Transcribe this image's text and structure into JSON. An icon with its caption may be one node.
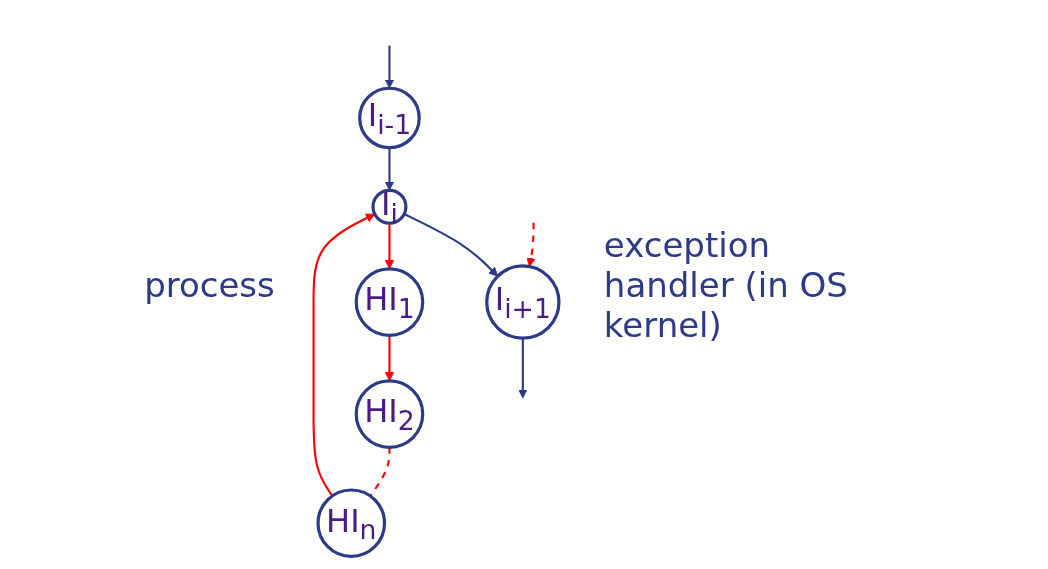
{
  "diagram": {
    "nodes": [
      {
        "text": [
          "I$_{i-1}$"
        ]
      },
      {
        "text": [
          "I$_{i}$"
        ]
      },
      {
        "text": [
          "I$_{i+1}$"
        ]
      },
      {
        "text": [
          "HI$_{1}$"
        ]
      },
      {
        "text": [
          "HI$_{2}$"
        ]
      },
      {
        "text": [
          "HI$_{n}$"
        ]
      }
    ],
    "edges": [
      {
        "from": null,
        "to": 0,
        "arrow": "to",
        "color": "#2e3a87"
      },
      {
        "from": 0,
        "to": 1,
        "arrow": "to",
        "color": "#2e3a87"
      },
      {
        "from": 1,
        "to": 2,
        "arrow": "to",
        "color": "#2e3a87"
      },
      {
        "from": 2,
        "to": null,
        "arrow": "to",
        "color": "#2e3a87"
      },
      {
        "from": 1,
        "to": 3,
        "arrow": "to",
        "color": "#ff0000"
      },
      {
        "from": 3,
        "to": 4,
        "arrow": "to",
        "color": "#ff0000"
      },
      {
        "from": 4,
        "to": 5,
        "arrow": "none",
        "style": "dashed",
        "color": "#ff0000"
      },
      {
        "from": 5,
        "to": 1,
        "arrow": "to",
        "color": "#ff0000"
      },
      {
        "from": null,
        "to": 2,
        "arrow": "to",
        "style": "dashed",
        "color": "#ff0000"
      }
    ],
    "labels": [
      "process",
      "exception handler (in OS kernel)"
    ]
  }
}
